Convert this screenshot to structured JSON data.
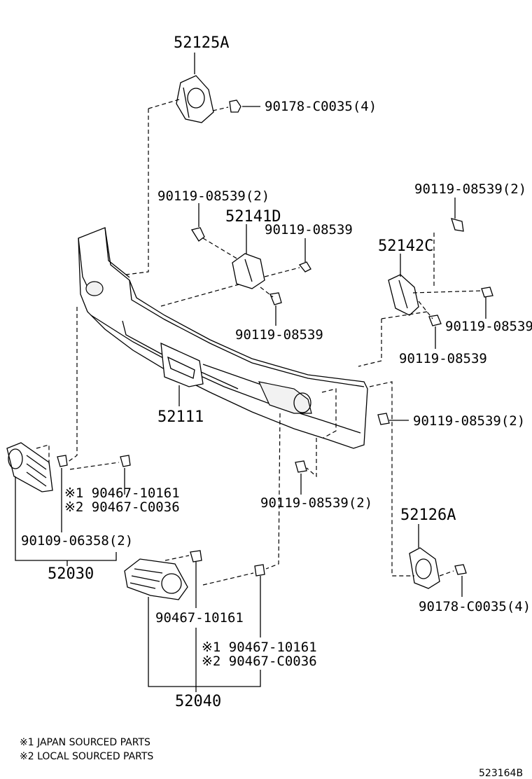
{
  "labels": {
    "p52125A": "52125A",
    "p90178_top": "90178-C0035(4)",
    "p90119_a": "90119-08539(2)",
    "p52141D": "52141D",
    "p90119_b": "90119-08539",
    "p90119_c": "90119-08539",
    "p90119_d": "90119-08539(2)",
    "p52142C": "52142C",
    "p90119_e": "90119-08539",
    "p90119_f": "90119-08539",
    "p52111": "52111",
    "p90119_g": "90119-08539(2)",
    "p90119_h": "90119-08539(2)",
    "p52126A": "52126A",
    "p90178_bot": "90178-C0035(4)",
    "p90467_1a": "※1 90467-10161",
    "p90467_2a": "※2 90467-C0036",
    "p90109": "90109-06358(2)",
    "p52030": "52030",
    "p90467_plain": "90467-10161",
    "p90467_1b": "※1 90467-10161",
    "p90467_2b": "※2 90467-C0036",
    "p52040": "52040"
  },
  "notes": {
    "note1": "※1 JAPAN SOURCED PARTS",
    "note2": "※2 LOCAL SOURCED PARTS"
  },
  "diagram_code": "523164B"
}
